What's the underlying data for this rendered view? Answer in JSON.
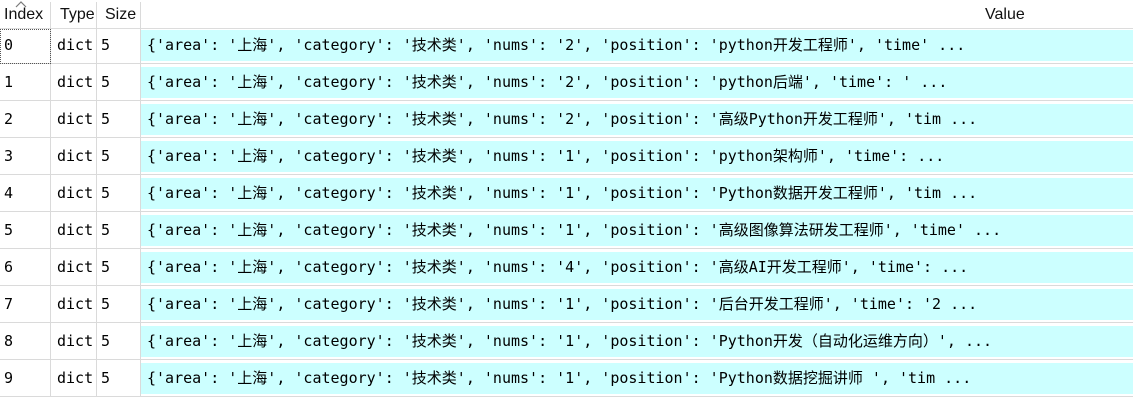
{
  "header": {
    "columns": [
      "Index",
      "Type",
      "Size",
      "Value"
    ],
    "sort": {
      "column": "Index",
      "direction": "ascending",
      "icon": "chevron-up-icon"
    }
  },
  "colors": {
    "value_cell_bg": "#ccffff",
    "grid_line": "#dadada",
    "text": "#000000",
    "background": "#ffffff"
  },
  "rows": [
    {
      "index": "0",
      "type": "dict",
      "size": "5",
      "value": "{'area': '上海', 'category': '技术类', 'nums': '2', 'position': 'python开发工程师', 'time' ..."
    },
    {
      "index": "1",
      "type": "dict",
      "size": "5",
      "value": "{'area': '上海', 'category': '技术类', 'nums': '2', 'position': 'python后端', 'time': ' ..."
    },
    {
      "index": "2",
      "type": "dict",
      "size": "5",
      "value": "{'area': '上海', 'category': '技术类', 'nums': '2', 'position': '高级Python开发工程师', 'tim ..."
    },
    {
      "index": "3",
      "type": "dict",
      "size": "5",
      "value": "{'area': '上海', 'category': '技术类', 'nums': '1', 'position': 'python架构师', 'time': ..."
    },
    {
      "index": "4",
      "type": "dict",
      "size": "5",
      "value": "{'area': '上海', 'category': '技术类', 'nums': '1', 'position': 'Python数据开发工程师', 'tim ..."
    },
    {
      "index": "5",
      "type": "dict",
      "size": "5",
      "value": "{'area': '上海', 'category': '技术类', 'nums': '1', 'position': '高级图像算法研发工程师', 'time' ..."
    },
    {
      "index": "6",
      "type": "dict",
      "size": "5",
      "value": "{'area': '上海', 'category': '技术类', 'nums': '4', 'position': '高级AI开发工程师', 'time': ..."
    },
    {
      "index": "7",
      "type": "dict",
      "size": "5",
      "value": "{'area': '上海', 'category': '技术类', 'nums': '1', 'position': '后台开发工程师', 'time': '2 ..."
    },
    {
      "index": "8",
      "type": "dict",
      "size": "5",
      "value": "{'area': '上海', 'category': '技术类', 'nums': '1', 'position': 'Python开发（自动化运维方向）', ..."
    },
    {
      "index": "9",
      "type": "dict",
      "size": "5",
      "value": "{'area': '上海', 'category': '技术类', 'nums': '1', 'position': 'Python数据挖掘讲师 ', 'tim ..."
    }
  ]
}
